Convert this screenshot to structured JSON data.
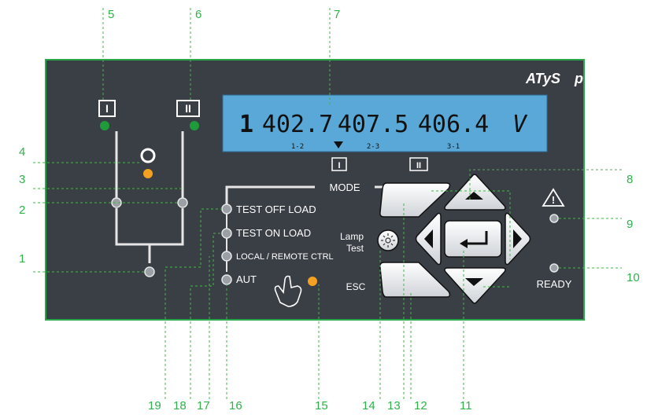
{
  "brand": {
    "logo_main": "ATyS",
    "logo_suffix": "p"
  },
  "panel": {
    "source_1_label": "I",
    "source_2_label": "II"
  },
  "lcd": {
    "phase_indicator": "1",
    "readings": [
      "402.7",
      "407.5",
      "406.4"
    ],
    "unit": "V",
    "sub_labels": [
      "1-2",
      "2-3",
      "3-1"
    ],
    "source_1_label": "I",
    "source_2_label": "II"
  },
  "mode": {
    "title": "MODE",
    "items": [
      "TEST OFF LOAD",
      "TEST ON LOAD",
      "LOCAL / REMOTE CTRL",
      "AUT"
    ]
  },
  "keypad": {
    "lamp_test_line1": "Lamp",
    "lamp_test_line2": "Test",
    "esc_label": "ESC"
  },
  "status": {
    "ready_label": "READY",
    "warning_symbol": "!"
  },
  "callouts": [
    "1",
    "2",
    "3",
    "4",
    "5",
    "6",
    "7",
    "8",
    "9",
    "10",
    "11",
    "12",
    "13",
    "14",
    "15",
    "16",
    "17",
    "18",
    "19"
  ],
  "colors": {
    "panel": "#3a3e45",
    "frame": "#2aa64a",
    "lcd": "#5aa8d8",
    "led_green": "#1e9b3a",
    "led_orange": "#f4a020",
    "callout": "#2db34a"
  }
}
